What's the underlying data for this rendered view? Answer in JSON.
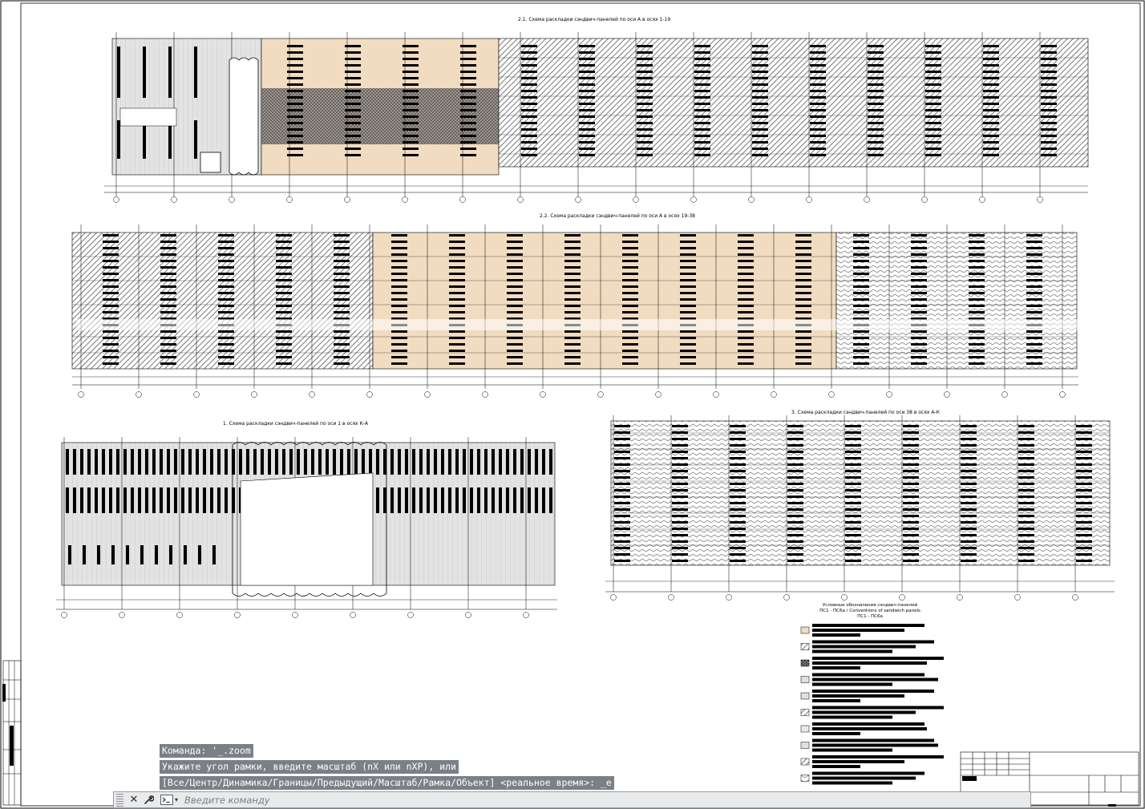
{
  "drawing": {
    "titles": {
      "view_2_1": "2.1. Схема раскладки сэндвич-панелей по оси А в осях 1-19",
      "view_2_2": "2.2. Схема раскладки сэндвич-панелей по оси А в осях 19-38",
      "view_1": "1. Схема раскладки сэндвич-панелей по оси 1 в осях К-А",
      "view_3": "3. Схема раскладки сэндвич-панелей по оси 38 в осях А-К"
    },
    "legend": {
      "title": "Условные обозначения сэндвич-панелей ПС1 - ПС6а / Conventions of sandwich panels ПС1 - ПС6а"
    },
    "colors": {
      "tan_panel": "#f1dcc1",
      "hatch_panel": "#5a5a5a",
      "light_panel": "#dcdcdc",
      "ink": "#000000"
    }
  },
  "command_line": {
    "history": [
      "Команда: '_.zoom",
      "Укажите угол рамки, введите масштаб (nX или nXP), или",
      "[Все/Центр/Динамика/Границы/Предыдущий/Масштаб/Рамка/Объект] <реальное время>: _e"
    ],
    "placeholder": "Введите команду",
    "close_icon": "close-icon",
    "settings_icon": "wrench-icon",
    "prompt_icon": "command-prompt-icon"
  }
}
